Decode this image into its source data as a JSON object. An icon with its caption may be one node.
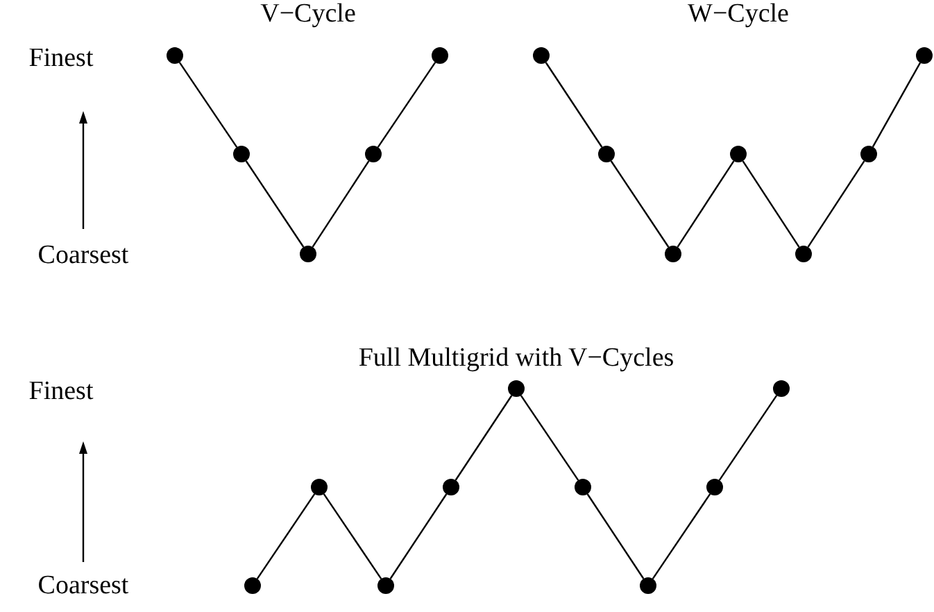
{
  "diagram": {
    "nodes": [
      {
        "text": [],
        "shape": "circle"
      },
      {
        "text": [],
        "shape": "circle"
      },
      {
        "text": [],
        "shape": "circle"
      },
      {
        "text": [],
        "shape": "circle"
      },
      {
        "text": [],
        "shape": "circle"
      },
      {
        "text": [],
        "shape": "circle"
      },
      {
        "text": [],
        "shape": "circle"
      },
      {
        "text": [],
        "shape": "circle"
      },
      {
        "text": [],
        "shape": "circle"
      },
      {
        "text": [],
        "shape": "circle"
      },
      {
        "text": [],
        "shape": "circle"
      },
      {
        "text": [],
        "shape": "circle"
      },
      {
        "text": [],
        "shape": "circle"
      },
      {
        "text": [],
        "shape": "circle"
      },
      {
        "text": [],
        "shape": "circle"
      },
      {
        "text": [],
        "shape": "circle"
      },
      {
        "text": [],
        "shape": "circle"
      },
      {
        "text": [],
        "shape": "circle"
      },
      {
        "text": [],
        "shape": "circle"
      },
      {
        "text": [],
        "shape": "circle"
      },
      {
        "text": [],
        "shape": "circle"
      }
    ],
    "edges": [
      {
        "from": 0,
        "to": 1,
        "arrow": "none"
      },
      {
        "from": 1,
        "to": 2,
        "arrow": "none"
      },
      {
        "from": 2,
        "to": 3,
        "arrow": "none"
      },
      {
        "from": 3,
        "to": 4,
        "arrow": "none"
      },
      {
        "from": 5,
        "to": 6,
        "arrow": "none"
      },
      {
        "from": 6,
        "to": 7,
        "arrow": "none"
      },
      {
        "from": 7,
        "to": 8,
        "arrow": "none"
      },
      {
        "from": 8,
        "to": 9,
        "arrow": "none"
      },
      {
        "from": 9,
        "to": 10,
        "arrow": "none"
      },
      {
        "from": 10,
        "to": 11,
        "arrow": "none"
      },
      {
        "from": 12,
        "to": 13,
        "arrow": "none"
      },
      {
        "from": 13,
        "to": 14,
        "arrow": "none"
      },
      {
        "from": 14,
        "to": 15,
        "arrow": "none"
      },
      {
        "from": 15,
        "to": 16,
        "arrow": "none"
      },
      {
        "from": 16,
        "to": 17,
        "arrow": "none"
      },
      {
        "from": 17,
        "to": 18,
        "arrow": "none"
      },
      {
        "from": 18,
        "to": 19,
        "arrow": "none"
      },
      {
        "from": 19,
        "to": 20,
        "arrow": "none"
      }
    ],
    "labels": [
      "V−Cycle",
      "W−Cycle",
      "Finest",
      "Coarsest",
      "Full Multigrid with V−Cycles",
      "Finest",
      "Coarsest"
    ]
  }
}
